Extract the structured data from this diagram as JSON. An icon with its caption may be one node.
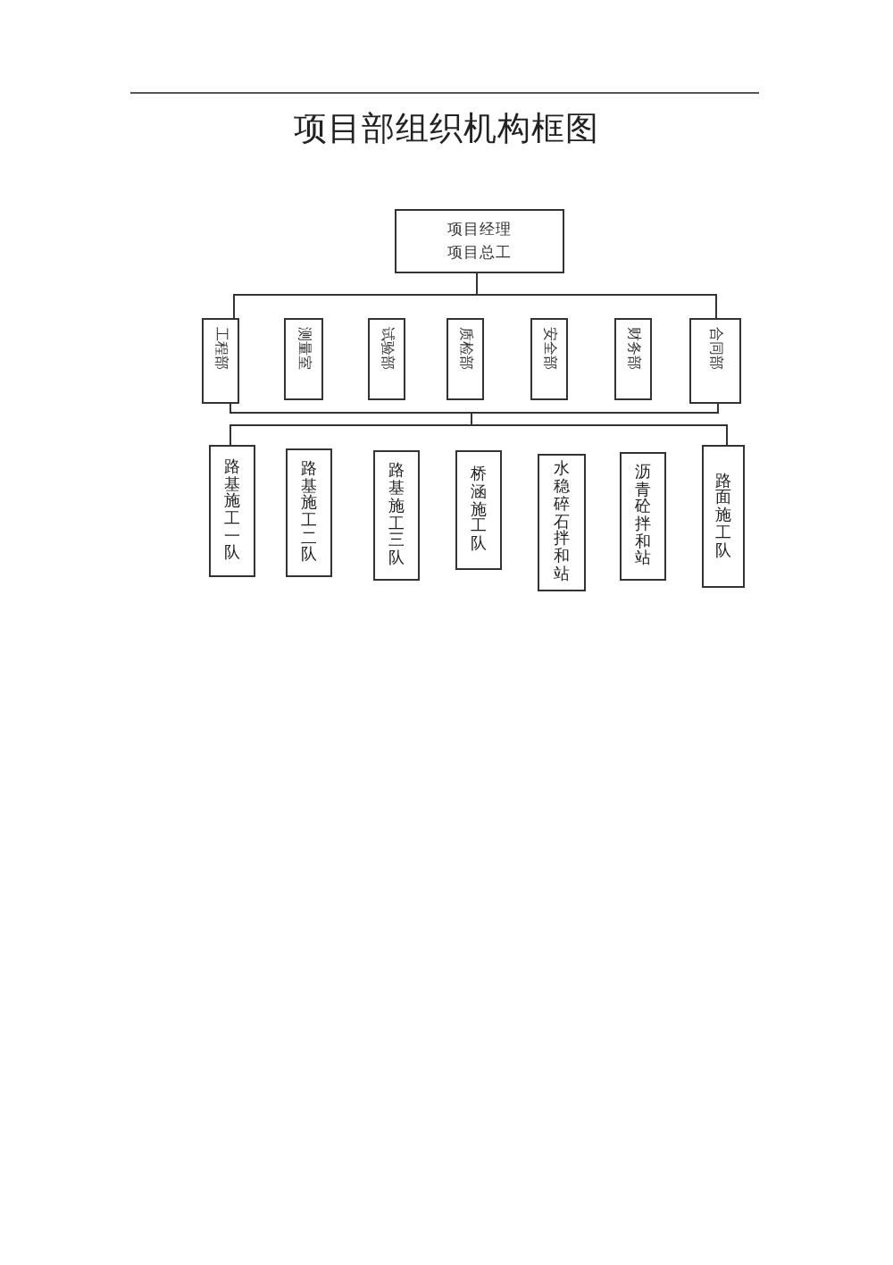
{
  "diagram": {
    "title": "项目部组织机构框图",
    "nodes": [
      {
        "text": [
          "项目经理",
          "项目总工"
        ]
      },
      {
        "text": [
          "工程部"
        ]
      },
      {
        "text": [
          "测量室"
        ]
      },
      {
        "text": [
          "试验部"
        ]
      },
      {
        "text": [
          "质检部"
        ]
      },
      {
        "text": [
          "安全部"
        ]
      },
      {
        "text": [
          "财务部"
        ]
      },
      {
        "text": [
          "合同部"
        ]
      },
      {
        "text": [
          "路基施工一队"
        ]
      },
      {
        "text": [
          "路基施工二队"
        ]
      },
      {
        "text": [
          "路基施工三队"
        ]
      },
      {
        "text": [
          "桥涵施工队"
        ]
      },
      {
        "text": [
          "水稳碎石拌和站"
        ]
      },
      {
        "text": [
          "沥青砼拌和站"
        ]
      },
      {
        "text": [
          "路面施工队"
        ]
      }
    ],
    "edges": [
      {
        "from": 0,
        "to": 1,
        "arrow": "none"
      },
      {
        "from": 0,
        "to": 7,
        "arrow": "none"
      },
      {
        "from": 1,
        "to": 8,
        "arrow": "none"
      },
      {
        "from": 1,
        "to": 14,
        "arrow": "none"
      },
      {
        "from": 7,
        "to": 8,
        "arrow": "none"
      },
      {
        "from": 7,
        "to": 14,
        "arrow": "none"
      }
    ]
  }
}
